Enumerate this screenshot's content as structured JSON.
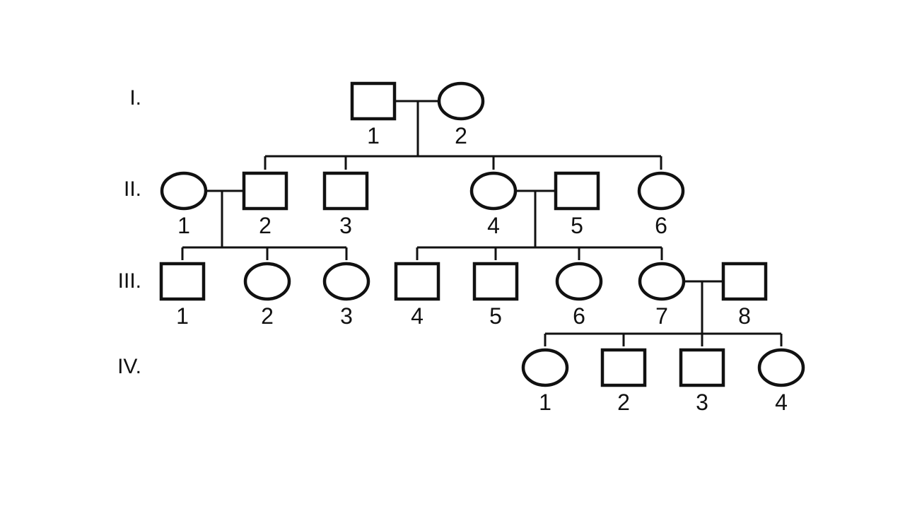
{
  "colors": {
    "affected": "#e6007e",
    "outline": "#111111",
    "background": "#ffffff"
  },
  "generations": [
    {
      "id": "I",
      "label": "I.",
      "members": [
        {
          "id": "I-1",
          "label": "1",
          "sex": "male",
          "status": "unaffected"
        },
        {
          "id": "I-2",
          "label": "2",
          "sex": "female",
          "status": "carrier"
        }
      ]
    },
    {
      "id": "II",
      "label": "II.",
      "members": [
        {
          "id": "II-1",
          "label": "1",
          "sex": "female",
          "status": "unaffected"
        },
        {
          "id": "II-2",
          "label": "2",
          "sex": "male",
          "status": "affected"
        },
        {
          "id": "II-3",
          "label": "3",
          "sex": "male",
          "status": "unaffected"
        },
        {
          "id": "II-4",
          "label": "4",
          "sex": "female",
          "status": "carrier"
        },
        {
          "id": "II-5",
          "label": "5",
          "sex": "male",
          "status": "affected"
        },
        {
          "id": "II-6",
          "label": "6",
          "sex": "female",
          "status": "unaffected"
        }
      ]
    },
    {
      "id": "III",
      "label": "III.",
      "members": [
        {
          "id": "III-1",
          "label": "1",
          "sex": "male",
          "status": "unaffected"
        },
        {
          "id": "III-2",
          "label": "2",
          "sex": "female",
          "status": "carrier"
        },
        {
          "id": "III-3",
          "label": "3",
          "sex": "female",
          "status": "carrier"
        },
        {
          "id": "III-4",
          "label": "4",
          "sex": "male",
          "status": "unaffected"
        },
        {
          "id": "III-5",
          "label": "5",
          "sex": "male",
          "status": "affected"
        },
        {
          "id": "III-6",
          "label": "6",
          "sex": "female",
          "status": "carrier"
        },
        {
          "id": "III-7",
          "label": "7",
          "sex": "female",
          "status": "affected"
        },
        {
          "id": "III-8",
          "label": "8",
          "sex": "male",
          "status": "unaffected"
        }
      ]
    },
    {
      "id": "IV",
      "label": "IV.",
      "members": [
        {
          "id": "IV-1",
          "label": "1",
          "sex": "female",
          "status": "carrier"
        },
        {
          "id": "IV-2",
          "label": "2",
          "sex": "male",
          "status": "affected"
        },
        {
          "id": "IV-3",
          "label": "3",
          "sex": "male",
          "status": "affected"
        },
        {
          "id": "IV-4",
          "label": "4",
          "sex": "female",
          "status": "carrier"
        }
      ]
    }
  ],
  "matings": [
    {
      "partners": [
        "I-1",
        "I-2"
      ],
      "children": [
        "II-2",
        "II-3",
        "II-4",
        "II-6"
      ]
    },
    {
      "partners": [
        "II-1",
        "II-2"
      ],
      "children": [
        "III-1",
        "III-2",
        "III-3"
      ]
    },
    {
      "partners": [
        "II-4",
        "II-5"
      ],
      "children": [
        "III-4",
        "III-5",
        "III-6",
        "III-7"
      ]
    },
    {
      "partners": [
        "III-7",
        "III-8"
      ],
      "children": [
        "IV-1",
        "IV-2",
        "IV-3",
        "IV-4"
      ]
    }
  ]
}
